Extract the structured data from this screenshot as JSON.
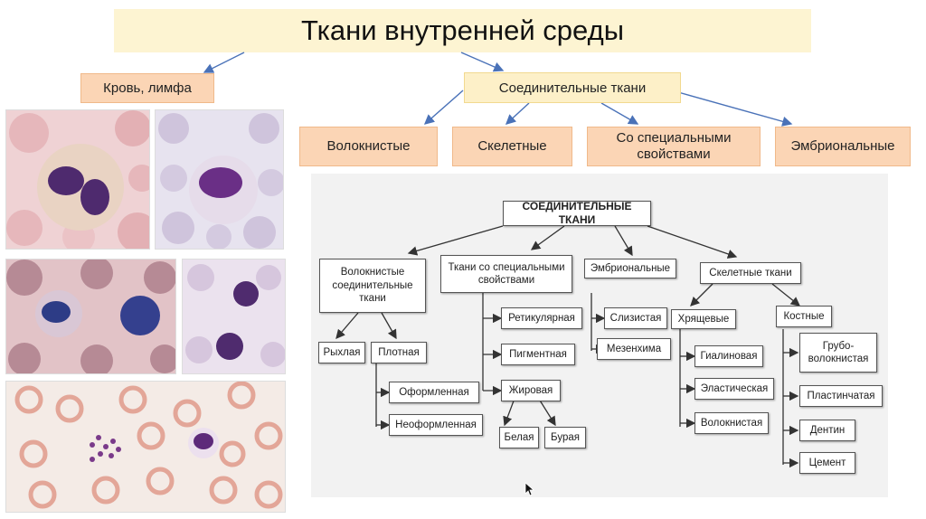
{
  "title": "Ткани внутренней среды",
  "categories": {
    "blood": "Кровь, лимфа",
    "connective": "Соединительные ткани"
  },
  "subtypes": [
    "Волокнистые",
    "Скелетные",
    "Со специальными свойствами",
    "Эмбриональные"
  ],
  "colors": {
    "title_bg": "#fdf4d2",
    "peach_bg": "#fbd5b5",
    "yellow_bg": "#fdf0c8",
    "arrow": "#4a72b8",
    "scheme_bg": "#f2f2f2"
  },
  "scheme": {
    "root": "СОЕДИНИТЕЛЬНЫЕ ТКАНИ",
    "fibrous": {
      "label": "Волокнистые соединительные ткани",
      "loose": "Рыхлая",
      "dense": "Плотная",
      "formed": "Оформленная",
      "unformed": "Неоформленная"
    },
    "special": {
      "label": "Ткани со специальными свойствами",
      "reticular": "Ретикулярная",
      "pigment": "Пигментная",
      "fat": "Жировая",
      "white": "Белая",
      "brown": "Бурая"
    },
    "embryonic": {
      "label": "Эмбриональные",
      "mucous": "Слизистая",
      "mesenchyme": "Мезенхима"
    },
    "skeletal": {
      "label": "Скелетные ткани",
      "cartilage": "Хрящевые",
      "hyaline": "Гиалиновая",
      "elastic": "Эластическая",
      "fibrous": "Волокнистая",
      "bone": "Костные",
      "coarse": "Грубо-волокнистая",
      "lamellar": "Пластинчатая",
      "dentin": "Дентин",
      "cement": "Цемент"
    }
  }
}
